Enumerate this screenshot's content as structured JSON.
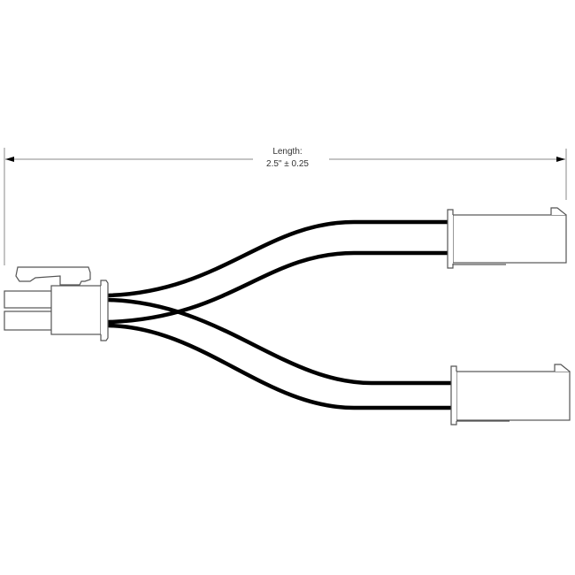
{
  "drawing": {
    "type": "cable-assembly-drawing",
    "description": "Y-splitter cable: one 4-pin connector to two 2-pin connectors",
    "colors": {
      "outline": "#555555",
      "wire": "#000000",
      "dimension": "#888888",
      "background": "#ffffff"
    }
  },
  "dimension": {
    "label_line1": "Length:",
    "label_line2": "2.5\" ± 0.25"
  },
  "components": {
    "left_connector": {
      "name": "4-pin connector (with latch)"
    },
    "right_connector_top": {
      "name": "2-pin connector (upper branch)"
    },
    "right_connector_bottom": {
      "name": "2-pin connector (lower branch)"
    },
    "wires": {
      "count": 4
    }
  }
}
